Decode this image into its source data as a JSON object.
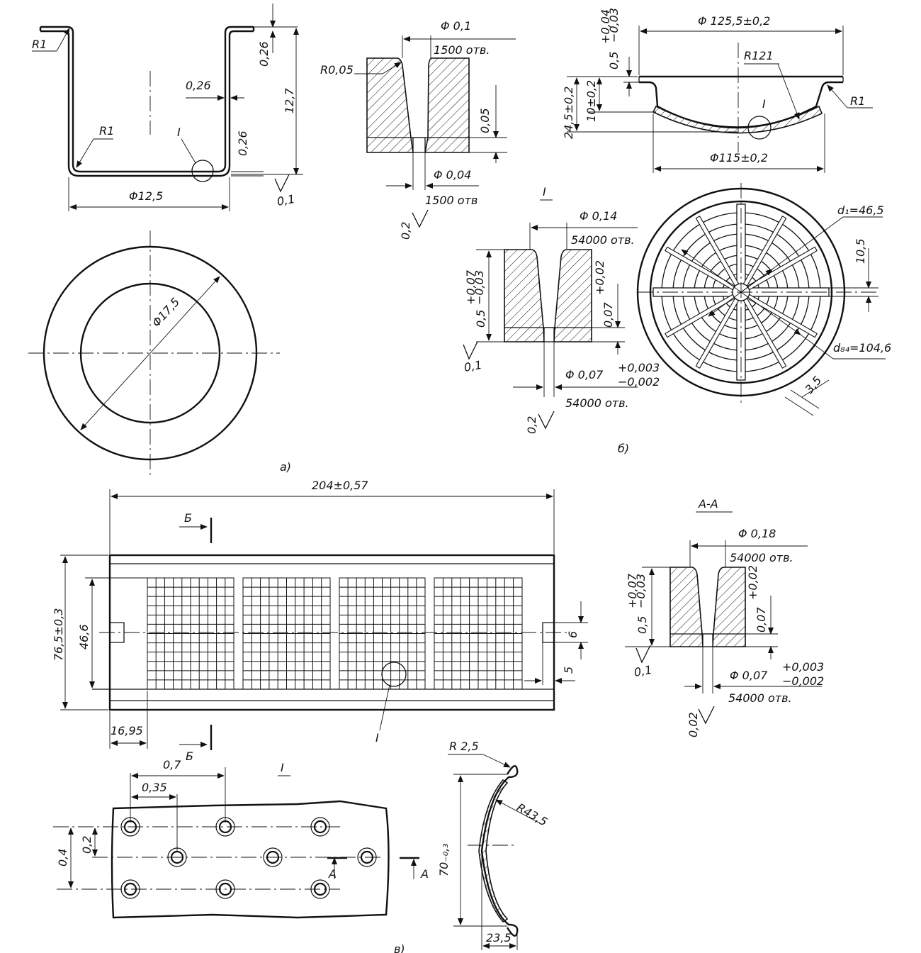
{
  "views": {
    "a": {
      "label": "а)",
      "r_top": "R1",
      "r_bottom": "R1",
      "wall_thickness": "0,26",
      "bottom_thickness": "0,26",
      "flange_thickness": "0,26",
      "height": "12,7",
      "diameter": "Φ12,5",
      "outer_diameter": "Φ17,5",
      "detail_mark": "I",
      "roughness": "0,1",
      "hole_top": "Φ 0,1",
      "hole_top_count": "1500 отв.",
      "hole_radius": "R0,05",
      "hole_depth": "0,05",
      "hole_bottom": "Φ 0,04",
      "hole_bottom_count": "1500 отв",
      "hole_roughness": "0,2"
    },
    "b": {
      "label": "б)",
      "thickness_tol": "0,5",
      "thickness_tol_up": "+0,04",
      "thickness_tol_dn": "−0,03",
      "top_diameter": "Φ 125,5±0,2",
      "radius": "R121",
      "r_edge": "R1",
      "total_height": "24,5±0,2",
      "depth": "10±0,2",
      "detail_mark": "I",
      "bottom_diameter": "Φ115±0,2",
      "detail_title": "I",
      "hole_top": "Φ 0,14",
      "hole_count": "54000 отв.",
      "plate_thickness": "0,5",
      "plate_tol_up": "+0,07",
      "plate_tol_dn": "−0,03",
      "hole_depth": "0,07",
      "hole_depth_tol": "+0,02",
      "roughness": "0,1",
      "hole_bottom": "Φ 0,07",
      "hole_bottom_tol_up": "+0,003",
      "hole_bottom_tol_dn": "−0,002",
      "hole_bottom_count": "54000 отв.",
      "hole_roughness": "0,2",
      "d1": "d₁=46,5",
      "d84": "d₈₄=104,6",
      "rib_gap": "10,5",
      "rib_width": "3,5"
    },
    "c": {
      "label": "в)",
      "length": "204±0,57",
      "section_mark": "Б",
      "section_mark_bottom": "Б",
      "width": "76,5±0,3",
      "inner_width": "46,6",
      "notch": "6",
      "notch_depth": "5",
      "edge_offset": "16,95",
      "detail_mark": "I",
      "section_title": "А-А",
      "hole_top": "Φ 0,18",
      "hole_count": "54000 отв.",
      "plate_thickness": "0,5",
      "plate_tol_up": "+0,07",
      "plate_tol_dn": "−0,03",
      "hole_depth": "0,07",
      "hole_depth_tol": "+0,02",
      "roughness": "0,1",
      "hole_bottom": "Φ 0,07",
      "hole_bottom_tol_up": "+0,003",
      "hole_bottom_tol_dn": "−0,002",
      "hole_bottom_count": "54000 отв.",
      "hole_roughness": "0,02",
      "detail_title": "I",
      "pitch": "0,7",
      "half_pitch": "0,35",
      "row_pitch": "0,4",
      "row_half": "0,2",
      "section_a": "А",
      "section_a2": "А",
      "r_small": "R 2,5",
      "r_large": "R43,5",
      "profile_height": "70₋₀,₃",
      "profile_depth": "23,5"
    }
  }
}
